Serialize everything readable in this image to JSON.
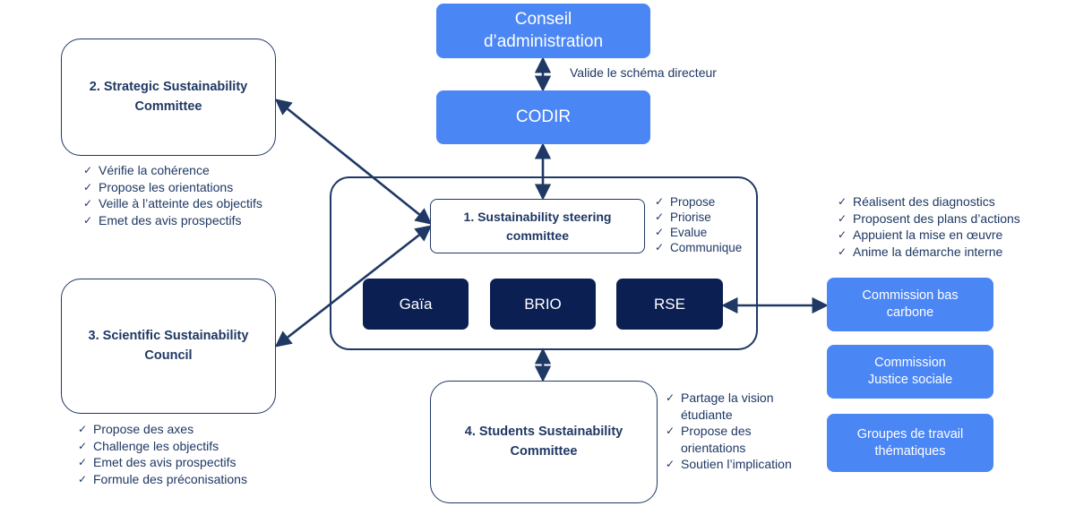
{
  "board": {
    "label": "Conseil\nd’administration"
  },
  "board_link_label": "Valide le schéma directeur",
  "codir": {
    "label": "CODIR"
  },
  "steering": {
    "title": "1. Sustainability steering\ncommittee",
    "bullets": [
      "Propose",
      "Priorise",
      "Evalue",
      "Communique"
    ],
    "units": [
      "Gaïa",
      "BRIO",
      "RSE"
    ]
  },
  "strategic": {
    "title": "2. Strategic Sustainability\nCommittee",
    "bullets": [
      "Vérifie la cohérence",
      "Propose les orientations",
      "Veille à l’atteinte des objectifs",
      "Emet des avis prospectifs"
    ]
  },
  "scientific": {
    "title": "3. Scientific Sustainability\nCouncil",
    "bullets": [
      "Propose des axes",
      "Challenge les objectifs",
      "Emet des avis prospectifs",
      "Formule des préconisations"
    ]
  },
  "students": {
    "title": "4. Students Sustainability\nCommittee",
    "bullets": [
      "Partage la vision\nétudiante",
      "Propose des\norientations",
      "Soutien l’implication"
    ]
  },
  "commissions": {
    "bullets": [
      "Réalisent des diagnostics",
      "Proposent des plans d’actions",
      "Appuient la mise en œuvre",
      "Anime la démarche interne"
    ],
    "boxes": [
      "Commission bas\ncarbone",
      "Commission\nJustice sociale",
      "Groupes de travail\nthématiques"
    ]
  },
  "colors": {
    "accent_blue": "#4b86f5",
    "navy": "#0b1f52",
    "line": "#1f3864"
  }
}
